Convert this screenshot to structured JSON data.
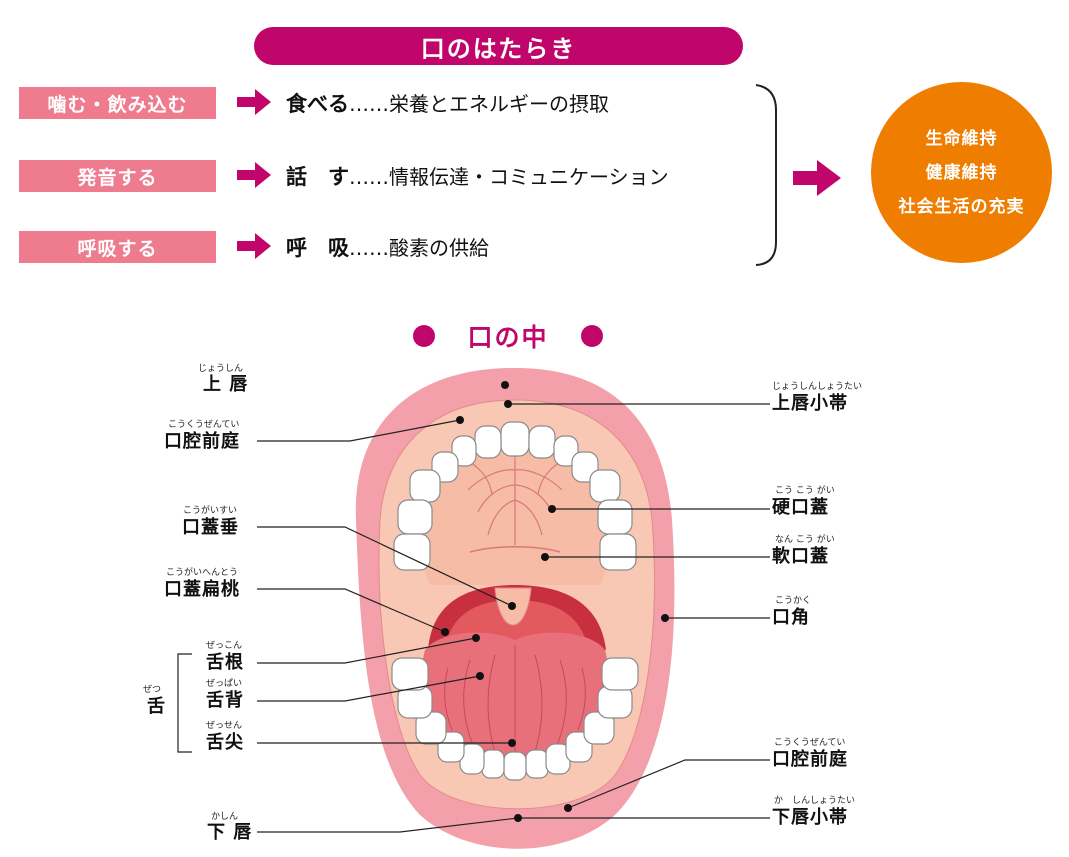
{
  "header": {
    "title": "口のはたらき"
  },
  "functions": [
    {
      "label": "噛む・飲み込む",
      "action": "食べる",
      "detail": "……栄養とエネルギーの摂取"
    },
    {
      "label": "発音する",
      "action": "話　す",
      "detail": "……情報伝達・コミュニケーション"
    },
    {
      "label": "呼吸する",
      "action": "呼　吸",
      "detail": "……酸素の供給"
    }
  ],
  "result": {
    "line1": "生命維持",
    "line2": "健康維持",
    "line3": "社会生活の充実"
  },
  "section": {
    "title": "口の中"
  },
  "labels": {
    "upper_lip": {
      "text": "上 唇",
      "ruby": "じょうしん"
    },
    "vestibule_upper": {
      "text": "口腔前庭",
      "ruby": "こうくうぜんてい"
    },
    "uvula": {
      "text": "口蓋垂",
      "ruby": "こうがいすい"
    },
    "tonsil": {
      "text": "口蓋扁桃",
      "ruby": "こうがいへんとう"
    },
    "tongue_group": {
      "text": "舌",
      "ruby": "ぜつ"
    },
    "tongue_root": {
      "text": "舌根",
      "ruby": "ぜっこん"
    },
    "tongue_back": {
      "text": "舌背",
      "ruby": "ぜっぱい"
    },
    "tongue_tip": {
      "text": "舌尖",
      "ruby": "ぜっせん"
    },
    "lower_lip": {
      "text": "下 唇",
      "ruby": "かしん"
    },
    "upper_frenulum": {
      "text": "上唇小帯",
      "ruby": "じょうしんしょうたい"
    },
    "hard_palate": {
      "text": "硬口蓋",
      "ruby": "こう こう がい"
    },
    "soft_palate": {
      "text": "軟口蓋",
      "ruby": "なん こう がい"
    },
    "mouth_corner": {
      "text": "口角",
      "ruby": "こうかく"
    },
    "vestibule_lower": {
      "text": "口腔前庭",
      "ruby": "こうくうぜんてい"
    },
    "lower_frenulum": {
      "text": "下唇小帯",
      "ruby": "か　しんしょうたい"
    }
  },
  "colors": {
    "banner": "#c0066b",
    "function_box": "#ef7b8f",
    "result_circle": "#ef7d00",
    "lip": "#f3a0aa",
    "mucosa": "#f9c8b5",
    "tongue": "#e8707a",
    "throat": "#c9303f"
  }
}
